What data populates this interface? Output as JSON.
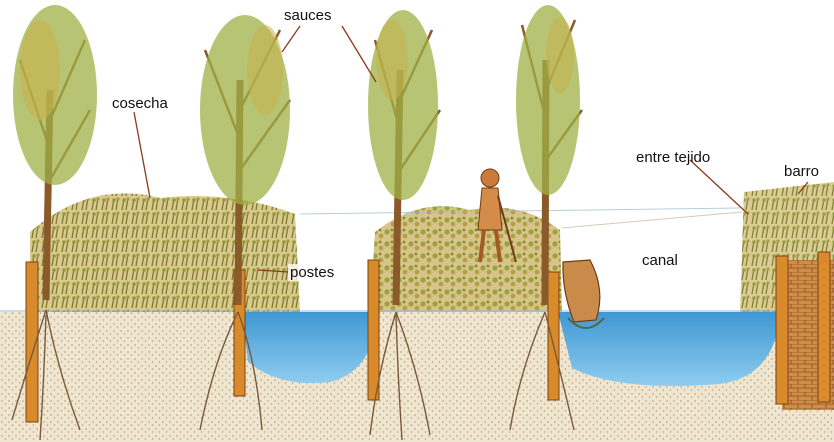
{
  "labels": {
    "sauces": "sauces",
    "cosecha": "cosecha",
    "postes": "postes",
    "canal": "canal",
    "entre_tejido": "entre tejido",
    "barro": "barro"
  },
  "colors": {
    "water": "#4fa3d8",
    "water_light": "#8cc8ee",
    "soil": "#eadfc8",
    "soil_dark": "#c9a97a",
    "post": "#d98a2a",
    "trunk": "#9a6a3a",
    "foliage": "#8fa43a",
    "crop": "#9c8a3c",
    "wall": "#c87a34",
    "leader": "#8a3a1e"
  }
}
